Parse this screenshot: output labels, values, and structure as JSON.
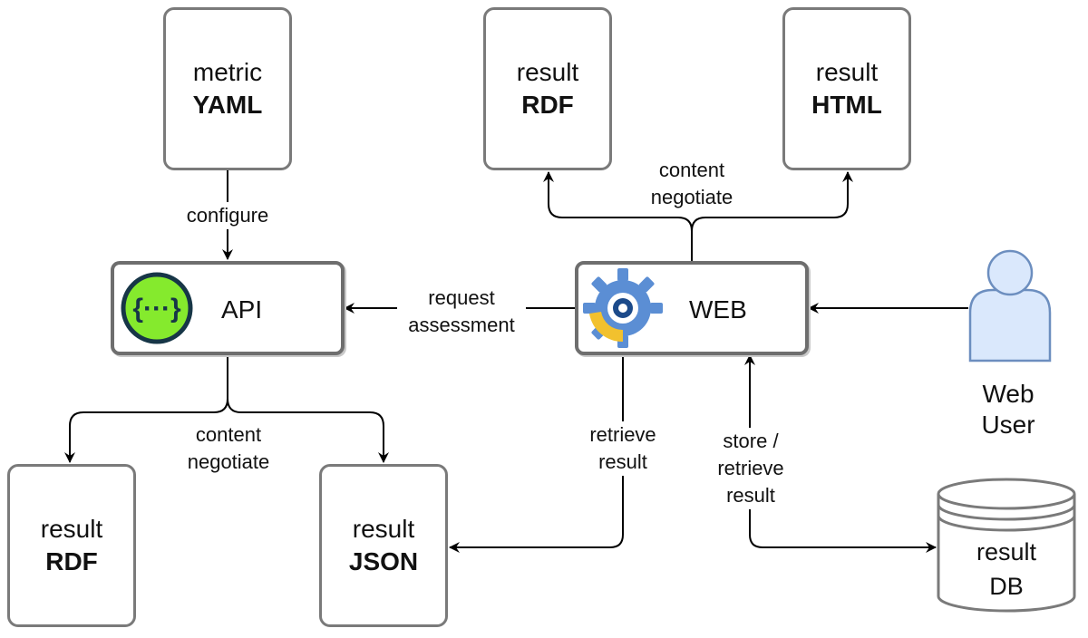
{
  "nodes": {
    "metric_yaml": {
      "line1": "metric",
      "line2": "YAML"
    },
    "api_rdf": {
      "line1": "result",
      "line2": "RDF"
    },
    "api_json": {
      "line1": "result",
      "line2": "JSON"
    },
    "web_rdf": {
      "line1": "result",
      "line2": "RDF"
    },
    "web_html": {
      "line1": "result",
      "line2": "HTML"
    },
    "api": {
      "label": "API",
      "icon_text": "{···}"
    },
    "web": {
      "label": "WEB"
    },
    "web_user": {
      "line1": "Web",
      "line2": "User"
    },
    "result_db": {
      "line1": "result",
      "line2": "DB"
    }
  },
  "edges": {
    "configure": "configure",
    "api_content_1": "content",
    "api_content_2": "negotiate",
    "web_content_1": "content",
    "web_content_2": "negotiate",
    "request_1": "request",
    "request_2": "assessment",
    "retrieve_1": "retrieve",
    "retrieve_2": "result",
    "store_1": "store /",
    "store_2": "retrieve",
    "store_3": "result"
  },
  "colors": {
    "api_icon_fill": "#85ea2d",
    "api_icon_ring": "#173647",
    "web_gear_blue": "#5b8ed4",
    "web_gear_yellow": "#f2c12e",
    "user_fill": "#dae8fc",
    "user_stroke": "#6c8ebf"
  }
}
